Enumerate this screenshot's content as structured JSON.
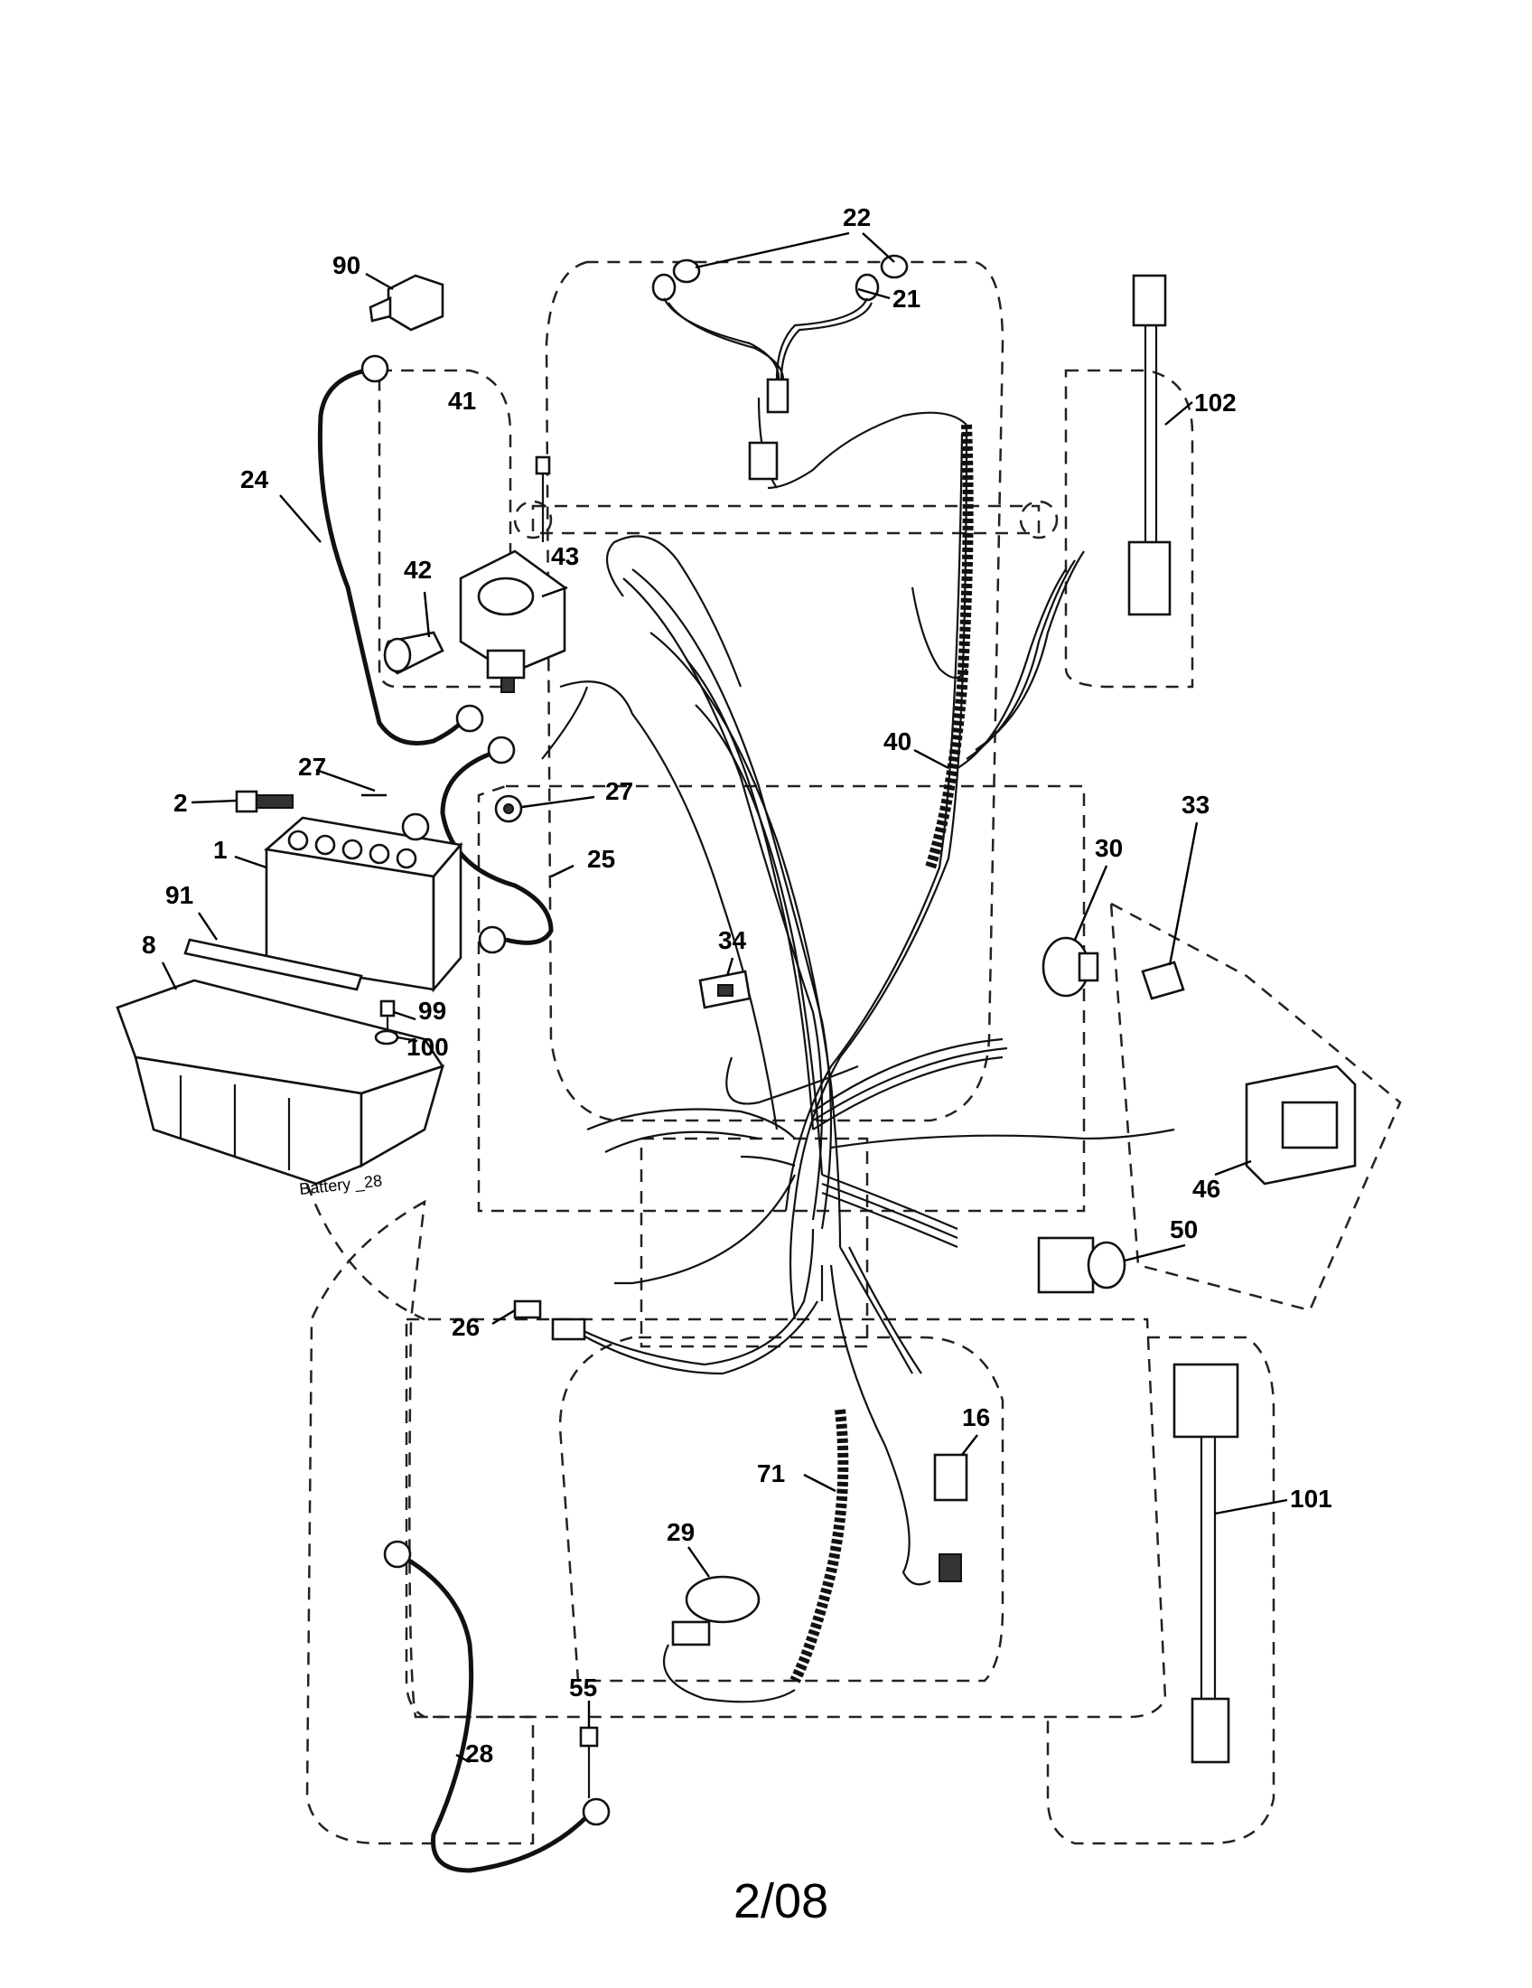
{
  "diagram": {
    "date_code": "2/08",
    "image_label": "Battery _28",
    "callouts": [
      {
        "id": "c22",
        "text": "22"
      },
      {
        "id": "c21",
        "text": "21"
      },
      {
        "id": "c90",
        "text": "90"
      },
      {
        "id": "c102",
        "text": "102"
      },
      {
        "id": "c41",
        "text": "41"
      },
      {
        "id": "c24",
        "text": "24"
      },
      {
        "id": "c43",
        "text": "43"
      },
      {
        "id": "c42",
        "text": "42"
      },
      {
        "id": "c40",
        "text": "40"
      },
      {
        "id": "c27a",
        "text": "27"
      },
      {
        "id": "c2",
        "text": "2"
      },
      {
        "id": "c27b",
        "text": "27"
      },
      {
        "id": "c33",
        "text": "33"
      },
      {
        "id": "c1",
        "text": "1"
      },
      {
        "id": "c25",
        "text": "25"
      },
      {
        "id": "c30",
        "text": "30"
      },
      {
        "id": "c91",
        "text": "91"
      },
      {
        "id": "c8",
        "text": "8"
      },
      {
        "id": "c34",
        "text": "34"
      },
      {
        "id": "c99",
        "text": "99"
      },
      {
        "id": "c100",
        "text": "100"
      },
      {
        "id": "c46",
        "text": "46"
      },
      {
        "id": "c50",
        "text": "50"
      },
      {
        "id": "c26",
        "text": "26"
      },
      {
        "id": "c16",
        "text": "16"
      },
      {
        "id": "c71",
        "text": "71"
      },
      {
        "id": "c101",
        "text": "101"
      },
      {
        "id": "c29",
        "text": "29"
      },
      {
        "id": "c55",
        "text": "55"
      },
      {
        "id": "c28",
        "text": "28"
      }
    ]
  }
}
